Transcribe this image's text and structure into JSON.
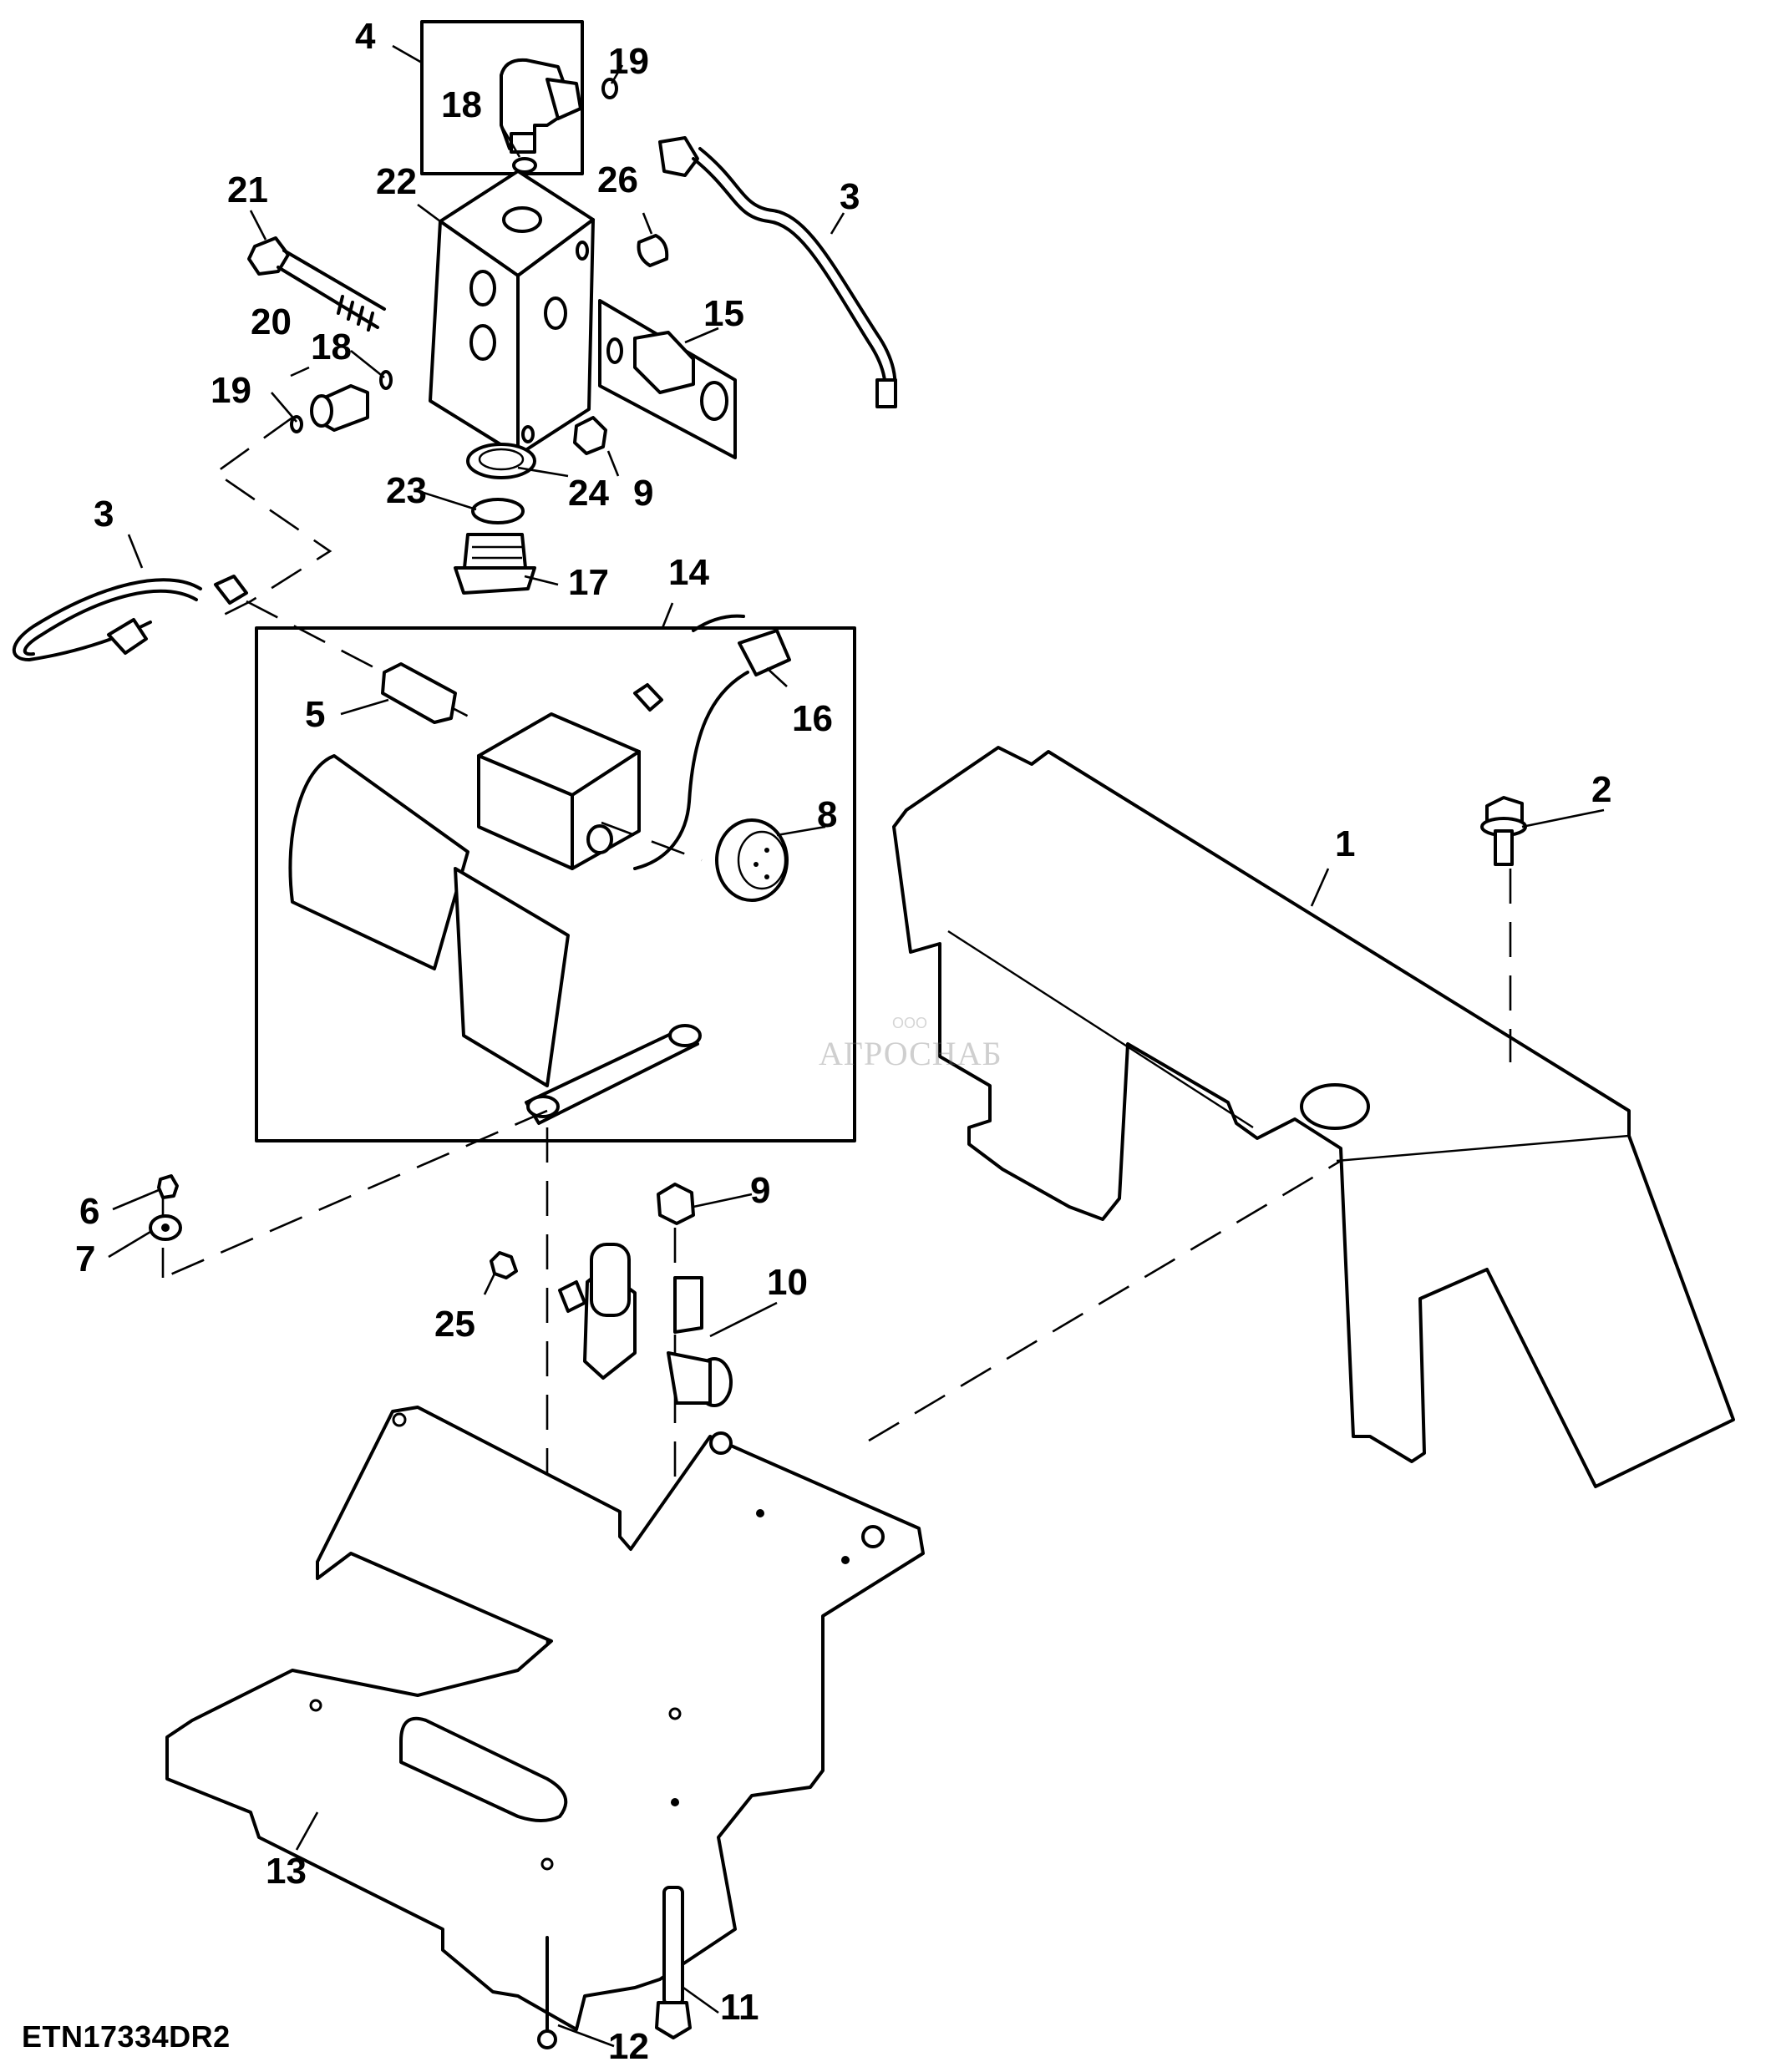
{
  "figure": {
    "id": "ETN17334DR2",
    "type": "exploded parts diagram",
    "watermark": {
      "prefix": "ООО",
      "name": "АГРОСНАБ"
    }
  },
  "callouts": [
    {
      "ref": "1",
      "label": "1"
    },
    {
      "ref": "2",
      "label": "2"
    },
    {
      "ref": "3a",
      "label": "3"
    },
    {
      "ref": "3b",
      "label": "3"
    },
    {
      "ref": "4",
      "label": "4"
    },
    {
      "ref": "5",
      "label": "5"
    },
    {
      "ref": "6",
      "label": "6"
    },
    {
      "ref": "7",
      "label": "7"
    },
    {
      "ref": "8",
      "label": "8"
    },
    {
      "ref": "9a",
      "label": "9"
    },
    {
      "ref": "9b",
      "label": "9"
    },
    {
      "ref": "10",
      "label": "10"
    },
    {
      "ref": "11",
      "label": "11"
    },
    {
      "ref": "12",
      "label": "12"
    },
    {
      "ref": "13",
      "label": "13"
    },
    {
      "ref": "14",
      "label": "14"
    },
    {
      "ref": "15",
      "label": "15"
    },
    {
      "ref": "16",
      "label": "16"
    },
    {
      "ref": "17",
      "label": "17"
    },
    {
      "ref": "18a",
      "label": "18"
    },
    {
      "ref": "18b",
      "label": "18"
    },
    {
      "ref": "19a",
      "label": "19"
    },
    {
      "ref": "19b",
      "label": "19"
    },
    {
      "ref": "20",
      "label": "20"
    },
    {
      "ref": "21",
      "label": "21"
    },
    {
      "ref": "22",
      "label": "22"
    },
    {
      "ref": "23",
      "label": "23"
    },
    {
      "ref": "24",
      "label": "24"
    },
    {
      "ref": "25",
      "label": "25"
    },
    {
      "ref": "26",
      "label": "26"
    }
  ]
}
